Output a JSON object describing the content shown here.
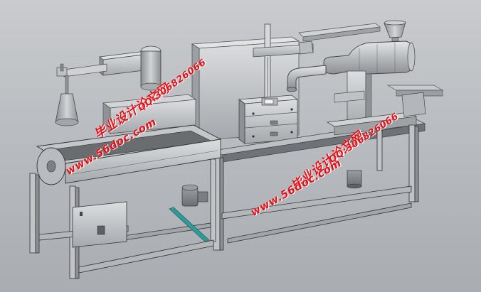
{
  "watermarks": {
    "group_left": {
      "title": "毕业设计论文网",
      "url": "www.56doc.com",
      "qq": "QQ:306826066"
    },
    "group_right": {
      "title": "毕业设计论文网",
      "url": "www.56doc.com",
      "qq": "QQ:306826066"
    }
  },
  "colors": {
    "background": "#b9bcc0",
    "metal_light": "#d3d5d7",
    "metal_mid": "#a7aaae",
    "metal_dark": "#6e7276",
    "belt": "#6a6d70",
    "accent_rod": "#2e9a9a",
    "watermark": "#e0131b"
  }
}
